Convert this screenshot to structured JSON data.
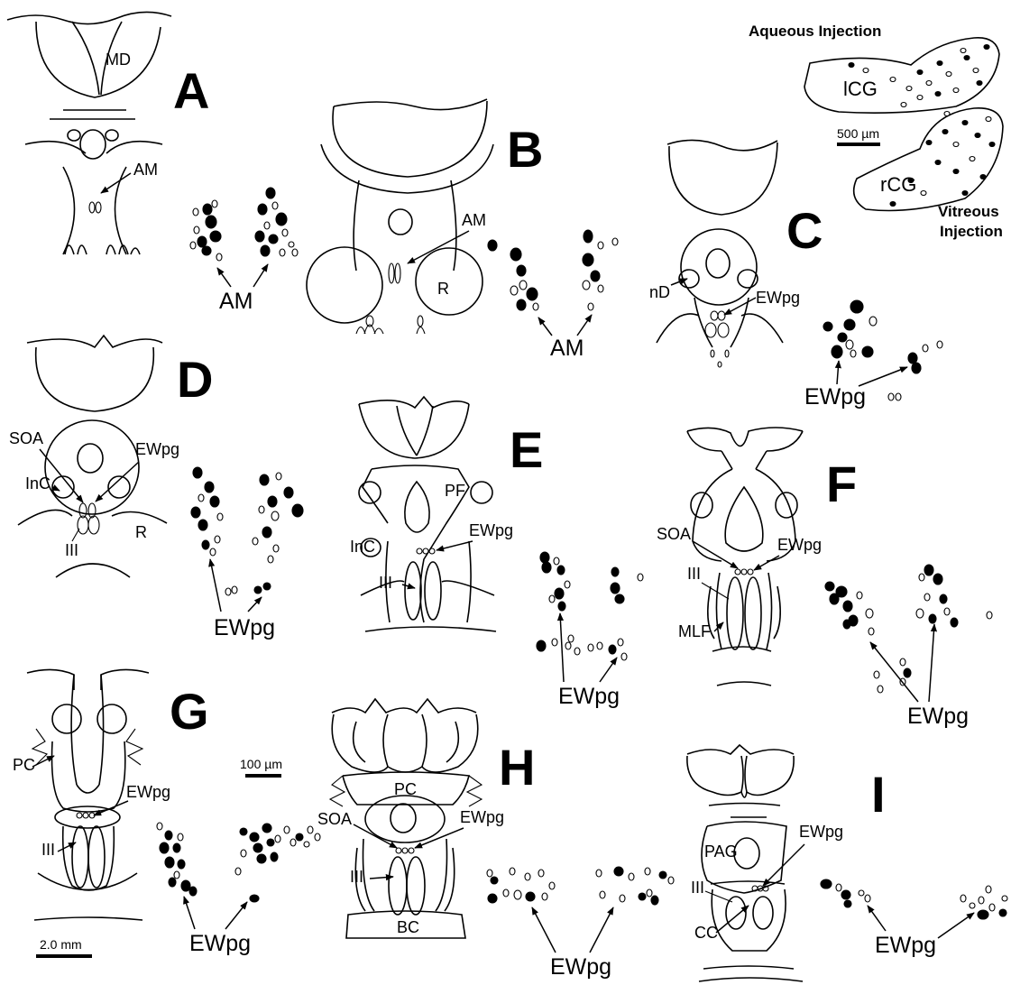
{
  "panels": [
    "A",
    "B",
    "C",
    "D",
    "E",
    "F",
    "G",
    "H",
    "I"
  ],
  "labels": {
    "md": "MD",
    "am": "AM",
    "r": "R",
    "nd": "nD",
    "ewpg": "EWpg",
    "soa": "SOA",
    "inc": "InC",
    "iii": "III",
    "pf": "PF",
    "mlf": "MLF",
    "pc": "PC",
    "bc": "BC",
    "pag": "PAG",
    "cc": "CC"
  },
  "inset": {
    "aqueous": "Aqueous Injection",
    "vitreous_line1": "Vitreous",
    "vitreous_line2": "Injection",
    "lcg": "lCG",
    "rcg": "rCG",
    "scale": "500 µm"
  },
  "scales": {
    "small": "100 µm",
    "large": "2.0 mm"
  },
  "colors": {
    "ink": "#000000",
    "background": "#ffffff"
  }
}
